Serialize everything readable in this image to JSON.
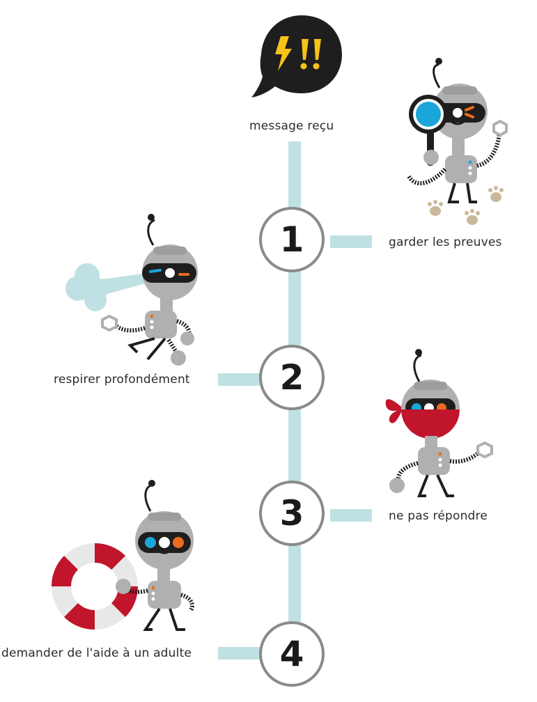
{
  "colors": {
    "timeline": "#bfe1e3",
    "circle_border": "#8a8a8a",
    "robot_gray": "#b0b0b0",
    "accent_blue": "#1aa6d8",
    "accent_orange": "#ec6b1f",
    "accent_red": "#c0152b",
    "paw": "#c9b99a",
    "bubble_black": "#1e1e1e",
    "bubble_yellow": "#f7c21a"
  },
  "header": {
    "label": "message reçu"
  },
  "steps": [
    {
      "number": "1",
      "label": "garder les preuves"
    },
    {
      "number": "2",
      "label": "respirer profondément"
    },
    {
      "number": "3",
      "label": "ne pas répondre"
    },
    {
      "number": "4",
      "label": "demander de l'aide à un adulte"
    }
  ],
  "icons": {
    "bubble": "alert-speech-bubble-icon",
    "robot1": "robot-magnifier-icon",
    "robot2": "robot-breathing-icon",
    "robot3": "robot-masked-icon",
    "robot4": "robot-lifebuoy-icon"
  }
}
